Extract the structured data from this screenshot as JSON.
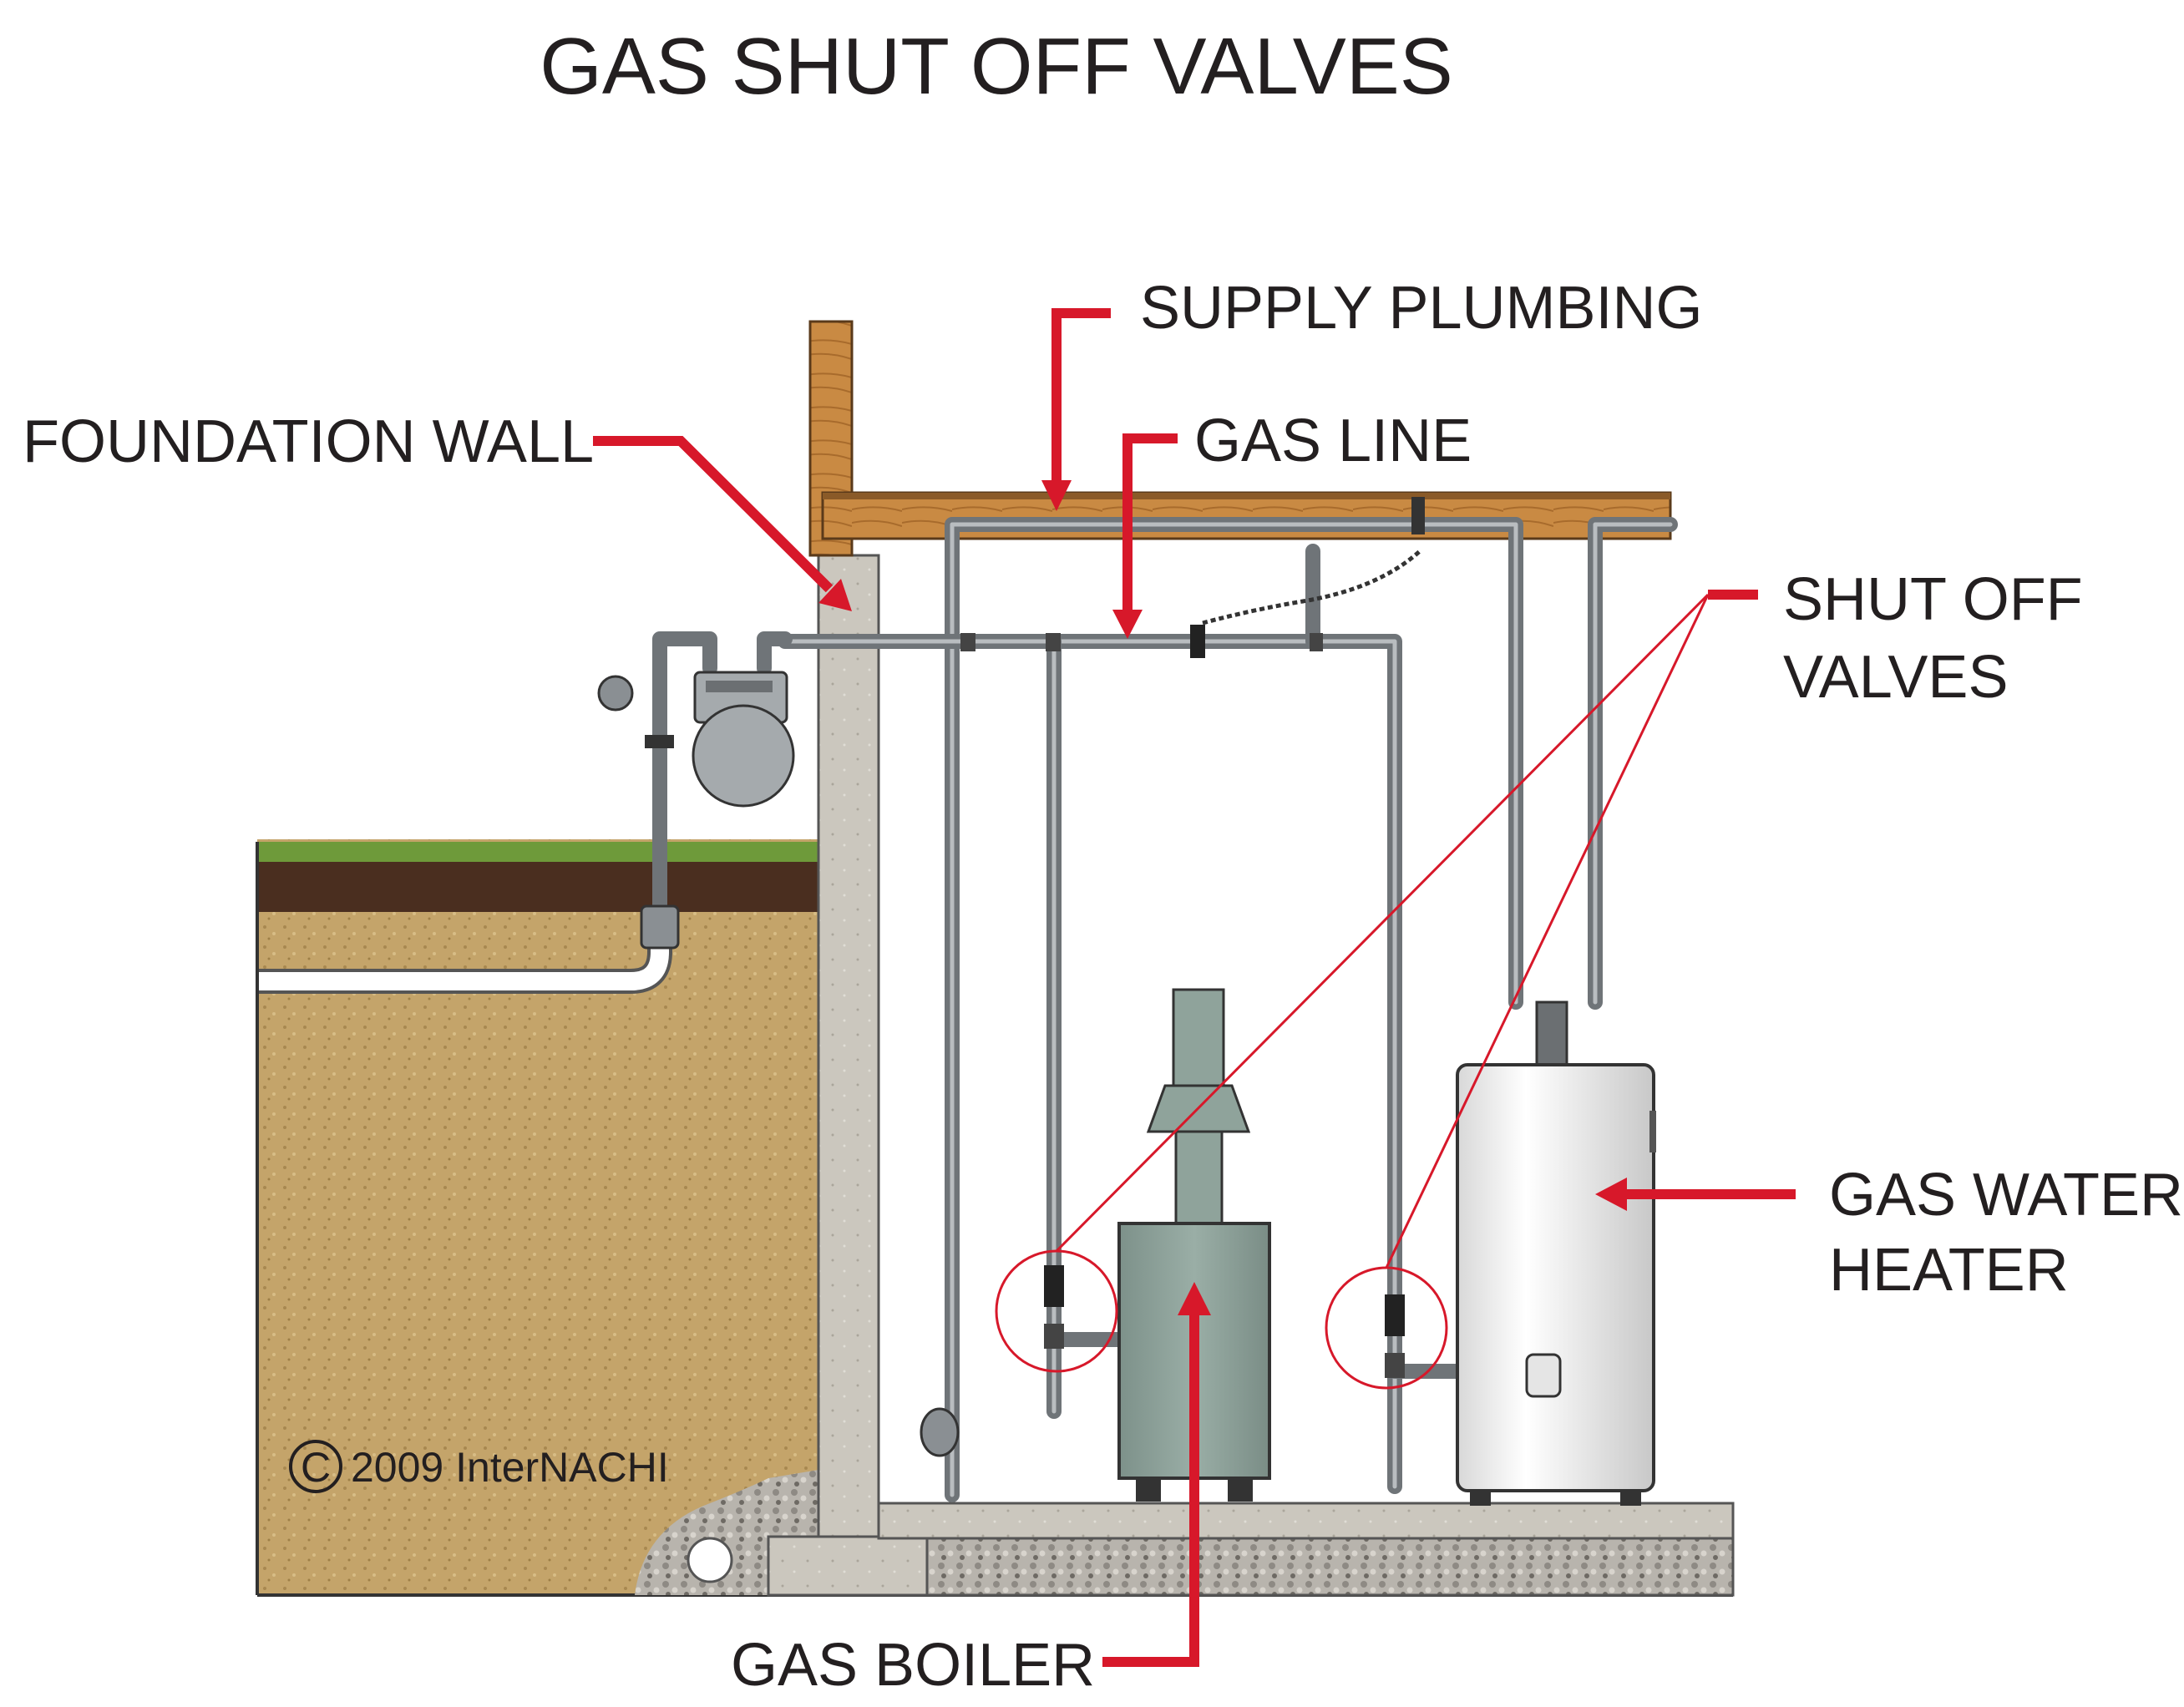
{
  "title": "GAS SHUT OFF VALVES",
  "labels": {
    "supply_plumbing": "SUPPLY PLUMBING",
    "foundation_wall": "FOUNDATION WALL",
    "gas_line": "GAS LINE",
    "shut_off_valves_line1": "SHUT OFF",
    "shut_off_valves_line2": "VALVES",
    "gas_water_heater_line1": "GAS WATER",
    "gas_water_heater_line2": "HEATER",
    "gas_boiler": "GAS BOILER"
  },
  "copyright": "2009  InterNACHI",
  "copyright_symbol": "C",
  "colors": {
    "arrow": "#d7182a",
    "soil": "#c4a46a",
    "concrete": "#cbc7be",
    "joist": "#c78a45",
    "boiler": "#8fa39b",
    "pipe": "#6f7478"
  }
}
